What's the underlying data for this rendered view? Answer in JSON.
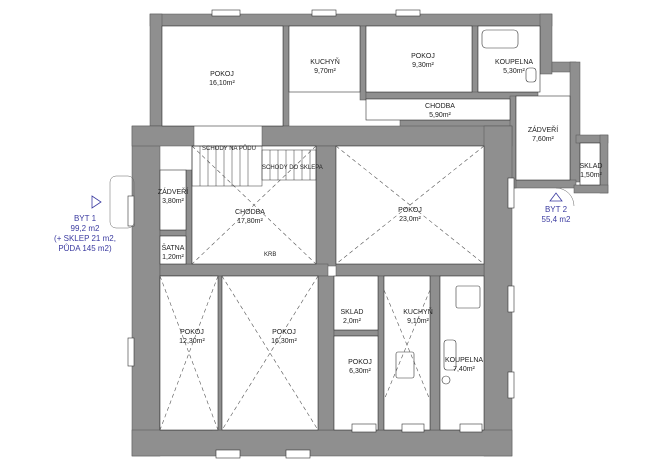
{
  "rooms": {
    "pokoj_top_left": {
      "name": "POKOJ",
      "area": "16,10m²"
    },
    "kuchyn_top": {
      "name": "KUCHYŇ",
      "area": "9,70m²"
    },
    "pokoj_top_mid": {
      "name": "POKOJ",
      "area": "9,30m²"
    },
    "koupelna_top": {
      "name": "KOUPELNA",
      "area": "5,30m²"
    },
    "chodba_top": {
      "name": "CHODBA",
      "area": "5,90m²"
    },
    "zadveri_right": {
      "name": "ZÁDVEŘÍ",
      "area": "7,60m²"
    },
    "sklad_right": {
      "name": "SKLAD",
      "area": "1,50m²"
    },
    "zadveri_left": {
      "name": "ZÁDVEŘÍ",
      "area": "3,80m²"
    },
    "chodba_center": {
      "name": "CHODBA",
      "area": "17,80m²"
    },
    "pokoj_center": {
      "name": "POKOJ",
      "area": "23,0m²"
    },
    "satna": {
      "name": "ŠATNA",
      "area": "1,20m²"
    },
    "pokoj_bottom_left": {
      "name": "POKOJ",
      "area": "12,30m²"
    },
    "pokoj_bottom_mid": {
      "name": "POKOJ",
      "area": "16,30m²"
    },
    "sklad_bottom": {
      "name": "SKLAD",
      "area": "2,0m²"
    },
    "kuchyn_bottom": {
      "name": "KUCHYŇ",
      "area": "9,10m²"
    },
    "pokoj_small": {
      "name": "POKOJ",
      "area": "6,30m²"
    },
    "koupelna_bottom": {
      "name": "KOUPELNA",
      "area": "7,40m²"
    }
  },
  "labels": {
    "schody_pudu": "SCHODY NA PŮDU",
    "schody_sklep": "SCHODY DO SKLEPA",
    "krb": "KRB"
  },
  "units": {
    "byt1": {
      "name": "BYT 1",
      "area": "99,2 m2",
      "extra1": "(+ SKLEP 21 m2,",
      "extra2": "PŮDA 145 m2)"
    },
    "byt2": {
      "name": "BYT 2",
      "area": "55,4 m2"
    }
  },
  "colors": {
    "wall": "#8f8f8f",
    "line": "#333333",
    "unit_text": "#3a3aa0"
  }
}
